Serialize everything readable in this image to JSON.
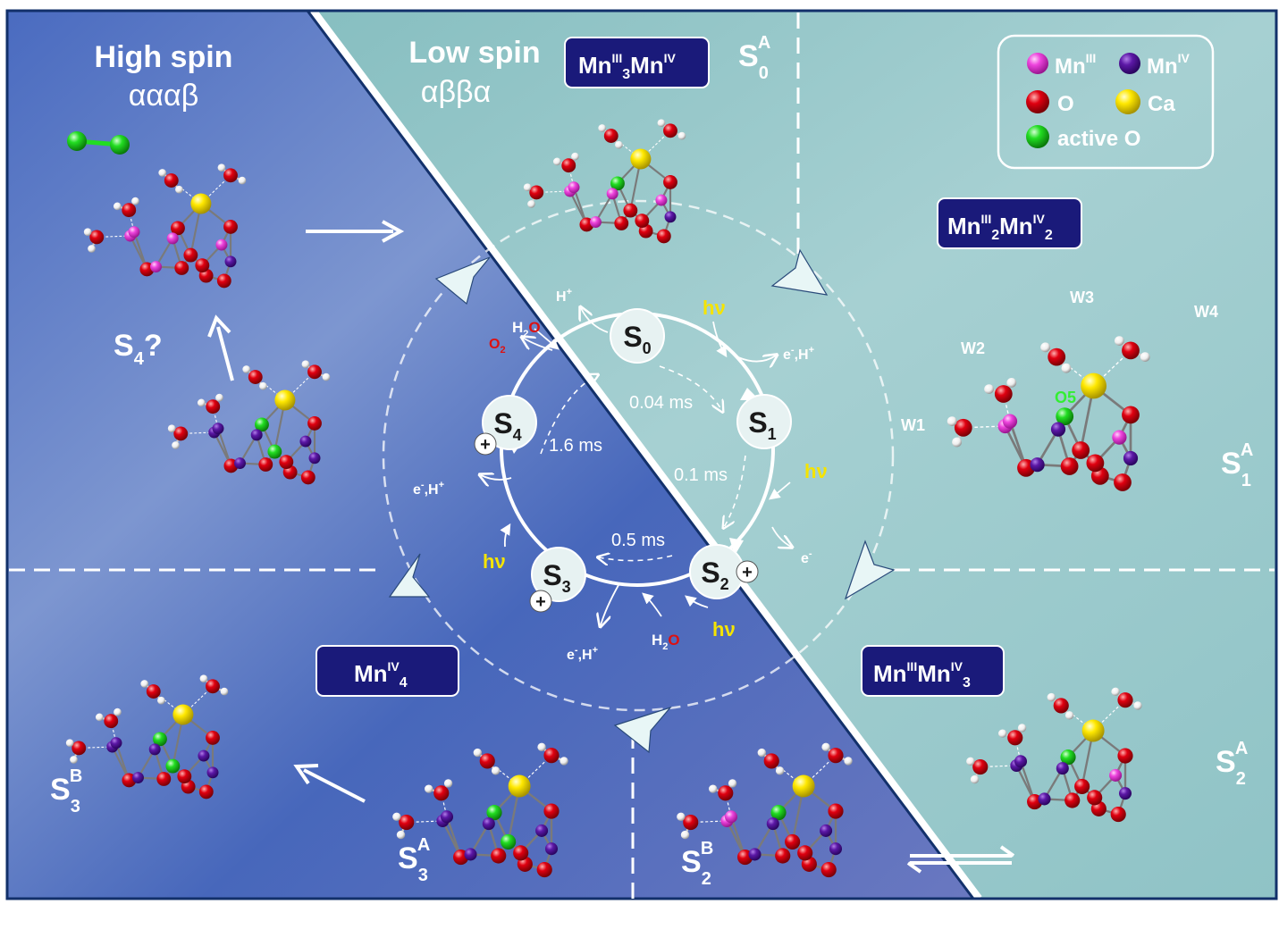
{
  "header": {
    "high_spin_title": "High spin",
    "high_spin_sub": "αααβ",
    "low_spin_title": "Low spin",
    "low_spin_sub": "αββα"
  },
  "legend": {
    "mn3_sup": "III",
    "mn4_sup": "IV",
    "mn_label": "Mn",
    "o_label": "O",
    "ca_label": "Ca",
    "active_o_label": "active O",
    "colors": {
      "mn3": "#ee33dd",
      "mn4": "#5a139e",
      "o": "#e00010",
      "ca": "#ffe800",
      "active_o": "#22dd22"
    }
  },
  "oxidation_labels": {
    "s0": {
      "base": "Mn",
      "sup1": "III",
      "sub1": "3",
      "mid": "Mn",
      "sup2": "IV"
    },
    "s1": {
      "base": "Mn",
      "sup1": "III",
      "sub1": "2",
      "mid": "Mn",
      "sup2": "IV",
      "sub2": "2"
    },
    "s2": {
      "base": "Mn",
      "sup1": "III",
      "mid": "Mn",
      "sup2": "IV",
      "sub2": "3"
    },
    "s3": {
      "base": "Mn",
      "sup1": "IV",
      "sub1": "4"
    }
  },
  "structure_labels": {
    "s0a": {
      "base": "S",
      "sub": "0",
      "sup": "A"
    },
    "s1a": {
      "base": "S",
      "sub": "1",
      "sup": "A"
    },
    "s2a": {
      "base": "S",
      "sub": "2",
      "sup": "A"
    },
    "s2b": {
      "base": "S",
      "sub": "2",
      "sup": "B"
    },
    "s3a": {
      "base": "S",
      "sub": "3",
      "sup": "A"
    },
    "s3b": {
      "base": "S",
      "sub": "3",
      "sup": "B"
    },
    "s4q": {
      "base": "S",
      "sub": "4",
      "suffix": "?"
    }
  },
  "water_labels": {
    "w1": "W1",
    "w2": "W2",
    "w3": "W3",
    "w4": "W4",
    "o5": "O5"
  },
  "cycle": {
    "states": [
      {
        "base": "S",
        "sub": "0"
      },
      {
        "base": "S",
        "sub": "1"
      },
      {
        "base": "S",
        "sub": "2",
        "charge": "+"
      },
      {
        "base": "S",
        "sub": "3",
        "charge": "+"
      },
      {
        "base": "S",
        "sub": "4",
        "charge": "+"
      }
    ],
    "hv": "hν",
    "timings": {
      "t01": "0.04 ms",
      "t12": "0.1 ms",
      "t23": "0.5 ms",
      "t40": "1.6 ms"
    },
    "releases": {
      "s0_h": "H",
      "s0_h_sup": "+",
      "s1_e": "e",
      "s1_e_sup": "-",
      "s1_h": ",H",
      "s1_h_sup": "+",
      "s2_e": "e",
      "s2_e_sup": "-",
      "s3_e": "e",
      "s3_e_sup": "-",
      "s3_h": ",H",
      "s3_h_sup": "+",
      "s4_e": "e",
      "s4_e_sup": "-",
      "s4_h": ",H",
      "s4_h_sup": "+"
    },
    "water_in_s0": {
      "h": "H",
      "sub": "2",
      "o": "O"
    },
    "water_in_s3": {
      "h": "H",
      "sub": "2",
      "o": "O"
    },
    "o2_out": {
      "o": "O",
      "sub": "2"
    }
  },
  "colors": {
    "dark_panel": "#3f63b4",
    "light_panel": "#8cc0c4",
    "label_box": "#1a1a7a",
    "hv_yellow": "#f5e400",
    "o2_red": "#dd1111"
  }
}
